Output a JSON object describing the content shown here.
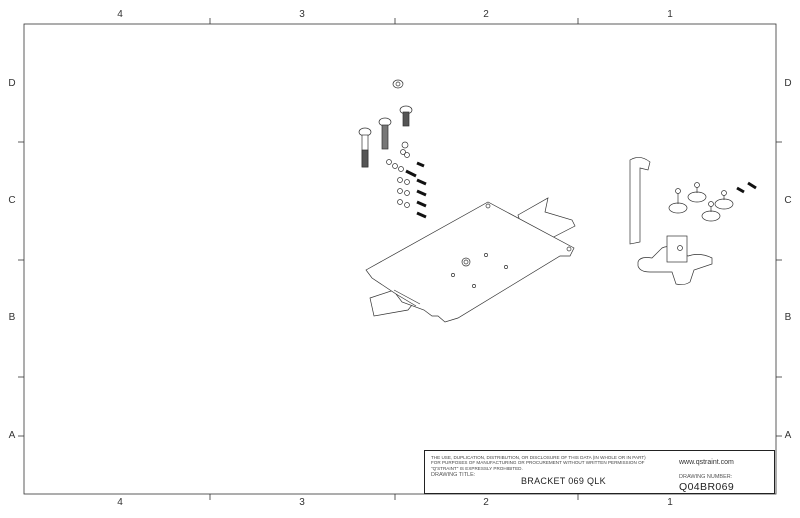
{
  "frame": {
    "columns": [
      "4",
      "3",
      "2",
      "1"
    ],
    "rows": [
      "D",
      "C",
      "B",
      "A"
    ]
  },
  "title_block": {
    "notice": "THE USE, DUPLICATION, DISTRIBUTION, OR DISCLOSURE OF THIS DATA (IN WHOLE OR IN PART) FOR PURPOSES OF MANUFACTURING OR PROCUREMENT WITHOUT WRITTEN PERMISSION OF \"Q'STRAINT\" IS EXPRESSLY PROHIBITED.",
    "drawing_title_label": "DRAWING TITLE:",
    "drawing_title": "BRACKET 069 QLK",
    "website": "www.qstraint.com",
    "drawing_number_label": "DRAWING NUMBER:",
    "drawing_number": "Q04BR069"
  }
}
